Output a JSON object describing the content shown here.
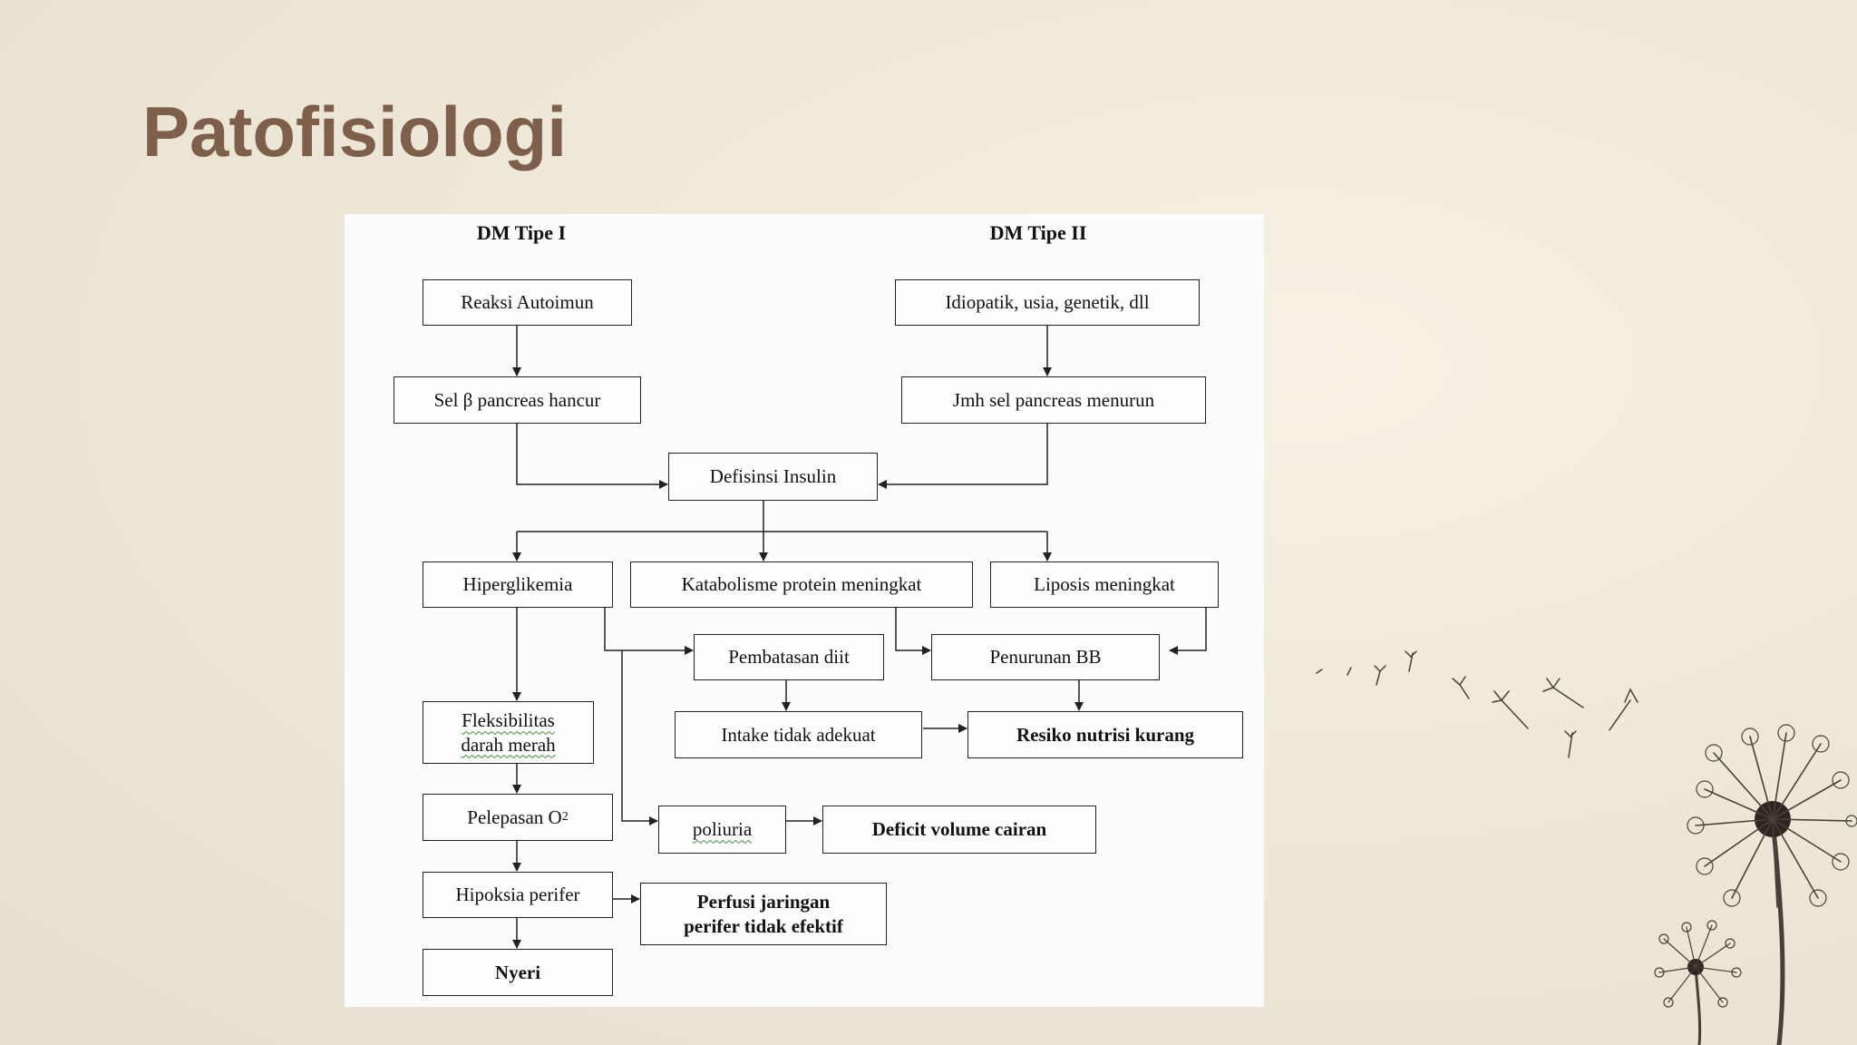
{
  "title": "Patofisiologi",
  "diagram": {
    "col_headers": {
      "type1": "DM Tipe I",
      "type2": "DM Tipe II"
    },
    "nodes": {
      "reaksi_autoimun": "Reaksi Autoimun",
      "idiopatik": "Idiopatik, usia, genetik, dll",
      "sel_beta": "Sel β pancreas hancur",
      "jmh_sel": "Jmh sel pancreas menurun",
      "defisiensi": "Defisinsi Insulin",
      "hiperglikemia": "Hiperglikemia",
      "katabolisme": "Katabolisme protein meningkat",
      "liposis": "Liposis meningkat",
      "pembatasan_diit": "Pembatasan diit",
      "penurunan_bb": "Penurunan BB",
      "fleksibilitas_line1": "Fleksibilitas",
      "fleksibilitas_line2": "darah merah",
      "intake": "Intake tidak adekuat",
      "resiko_nutrisi": "Resiko nutrisi kurang",
      "pelepasan_o2_text": "Pelepasan O",
      "pelepasan_o2_sub": "2",
      "poliuria": "poliuria",
      "deficit_volume": "Deficit volume cairan",
      "hipoksia": "Hipoksia perifer",
      "perfusi_line1": "Perfusi jaringan",
      "perfusi_line2": "perifer tidak efektif",
      "nyeri": "Nyeri"
    }
  },
  "colors": {
    "title": "#7d5f4b",
    "background": "#efe8d8",
    "panel": "#fbfbfb",
    "line": "#222222"
  },
  "decor": "dandelion-illustration"
}
